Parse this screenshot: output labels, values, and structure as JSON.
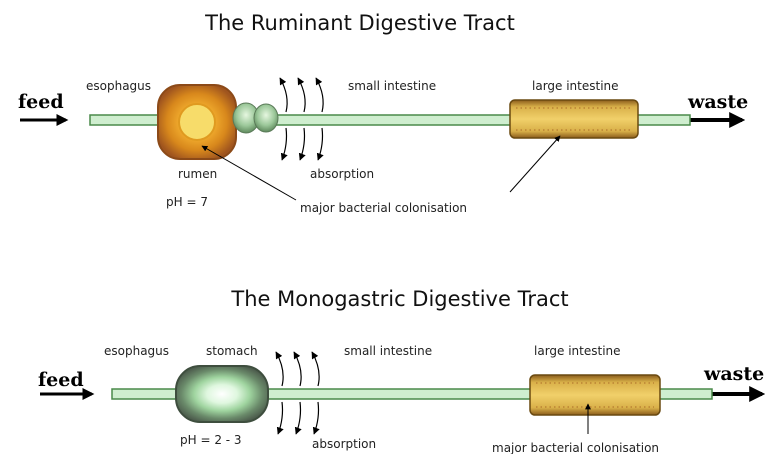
{
  "ruminant": {
    "title": "The Ruminant Digestive Tract",
    "feed": "feed",
    "waste": "waste",
    "esophagus": "esophagus",
    "small_intestine": "small intestine",
    "large_intestine": "large intestine",
    "absorption": "absorption",
    "rumen": "rumen",
    "ph": "pH = 7",
    "colonisation": "major bacterial colonisation"
  },
  "monogastric": {
    "title": "The Monogastric Digestive Tract",
    "feed": "feed",
    "waste": "waste",
    "esophagus": "esophagus",
    "stomach": "stomach",
    "small_intestine": "small intestine",
    "large_intestine": "large intestine",
    "absorption": "absorption",
    "ph": "pH = 2 - 3",
    "colonisation": "major bacterial colonisation"
  },
  "colors": {
    "tube": "#cfeecf",
    "tube_outline": "#4a8a4a",
    "rumen_outer": "#a0551e",
    "rumen_inner": "#f0a020",
    "large_intestine": "#c8a040",
    "stomach_outer": "#5c6e5c",
    "stomach_inner": "#bfeabf"
  }
}
